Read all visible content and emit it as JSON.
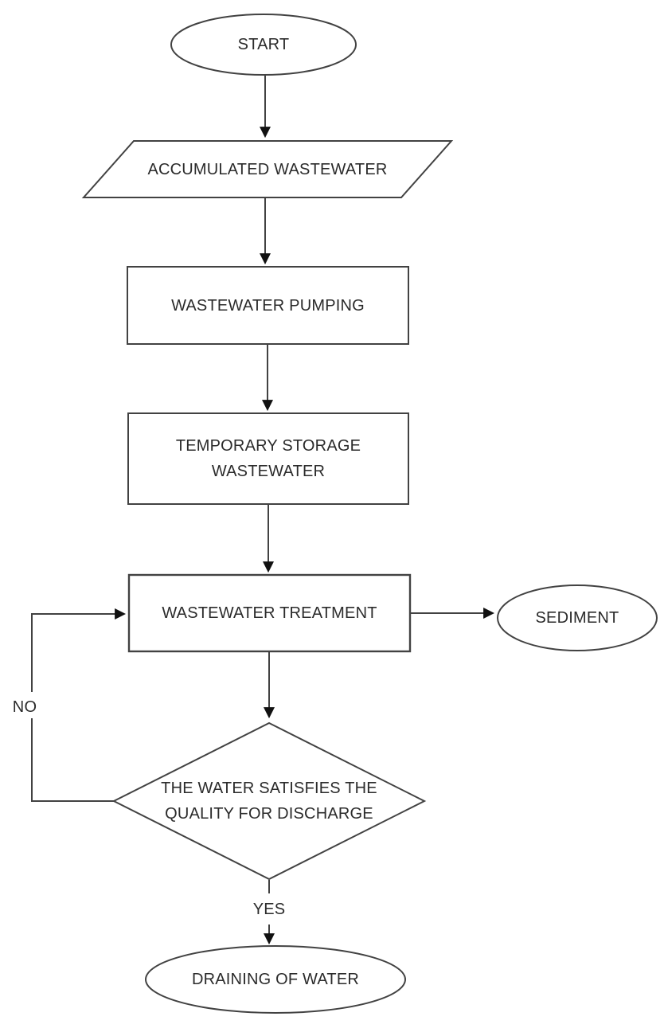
{
  "nodes": {
    "start": {
      "type": "terminator",
      "label": "START"
    },
    "accumulated_wastewater": {
      "type": "input-output",
      "label": "ACCUMULATED WASTEWATER"
    },
    "wastewater_pumping": {
      "type": "process",
      "label": "WASTEWATER PUMPING"
    },
    "temporary_storage": {
      "type": "process",
      "label": "TEMPORARY STORAGE WASTEWATER"
    },
    "wastewater_treatment": {
      "type": "process",
      "label": "WASTEWATER TREATMENT"
    },
    "sediment": {
      "type": "terminator",
      "label": "SEDIMENT"
    },
    "quality_decision": {
      "type": "decision",
      "label": "THE WATER SATISFIES THE QUALITY FOR DISCHARGE"
    },
    "draining_of_water": {
      "type": "terminator",
      "label": "DRAINING OF WATER"
    }
  },
  "edge_labels": {
    "no": "NO",
    "yes": "YES"
  },
  "edges": [
    {
      "from": "start",
      "to": "accumulated_wastewater",
      "label": ""
    },
    {
      "from": "accumulated_wastewater",
      "to": "wastewater_pumping",
      "label": ""
    },
    {
      "from": "wastewater_pumping",
      "to": "temporary_storage",
      "label": ""
    },
    {
      "from": "temporary_storage",
      "to": "wastewater_treatment",
      "label": ""
    },
    {
      "from": "wastewater_treatment",
      "to": "sediment",
      "label": ""
    },
    {
      "from": "wastewater_treatment",
      "to": "quality_decision",
      "label": ""
    },
    {
      "from": "quality_decision",
      "to": "wastewater_treatment",
      "label": "NO"
    },
    {
      "from": "quality_decision",
      "to": "draining_of_water",
      "label": "YES"
    }
  ],
  "colors": {
    "line": "#424242",
    "arrowhead": "#111111",
    "text": "#2b2b2b",
    "background": "#ffffff"
  }
}
